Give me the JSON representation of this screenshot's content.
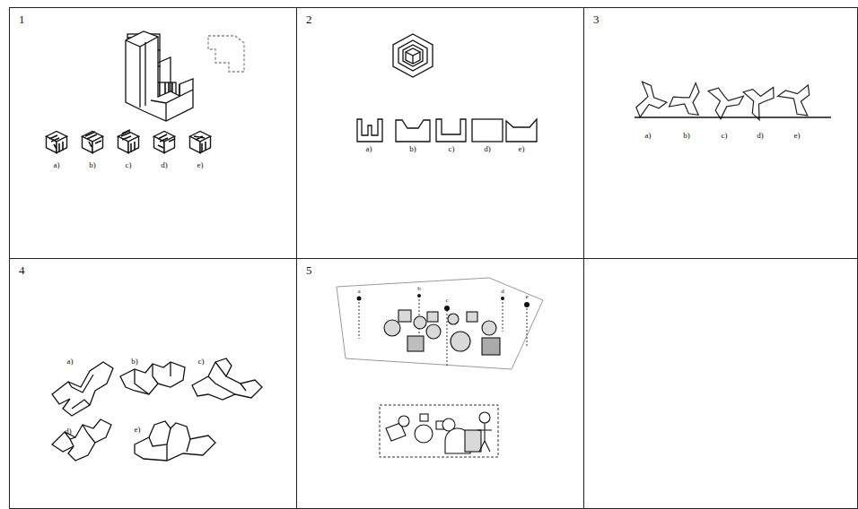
{
  "diagram": {
    "nodes": [
      {
        "text": [
          "1"
        ]
      },
      {
        "text": [
          "2"
        ]
      },
      {
        "text": [
          "3"
        ]
      },
      {
        "text": [
          "4"
        ]
      },
      {
        "text": [
          "5"
        ]
      }
    ],
    "labels": [
      "a)",
      "b)",
      "c)",
      "d)",
      "e)",
      "a)",
      "b)",
      "c)",
      "d)",
      "e)",
      "a)",
      "b)",
      "c)",
      "d)",
      "e)",
      "a)",
      "b)",
      "c)",
      "d)",
      "e)",
      "a",
      "b",
      "c",
      "d",
      "e"
    ]
  }
}
